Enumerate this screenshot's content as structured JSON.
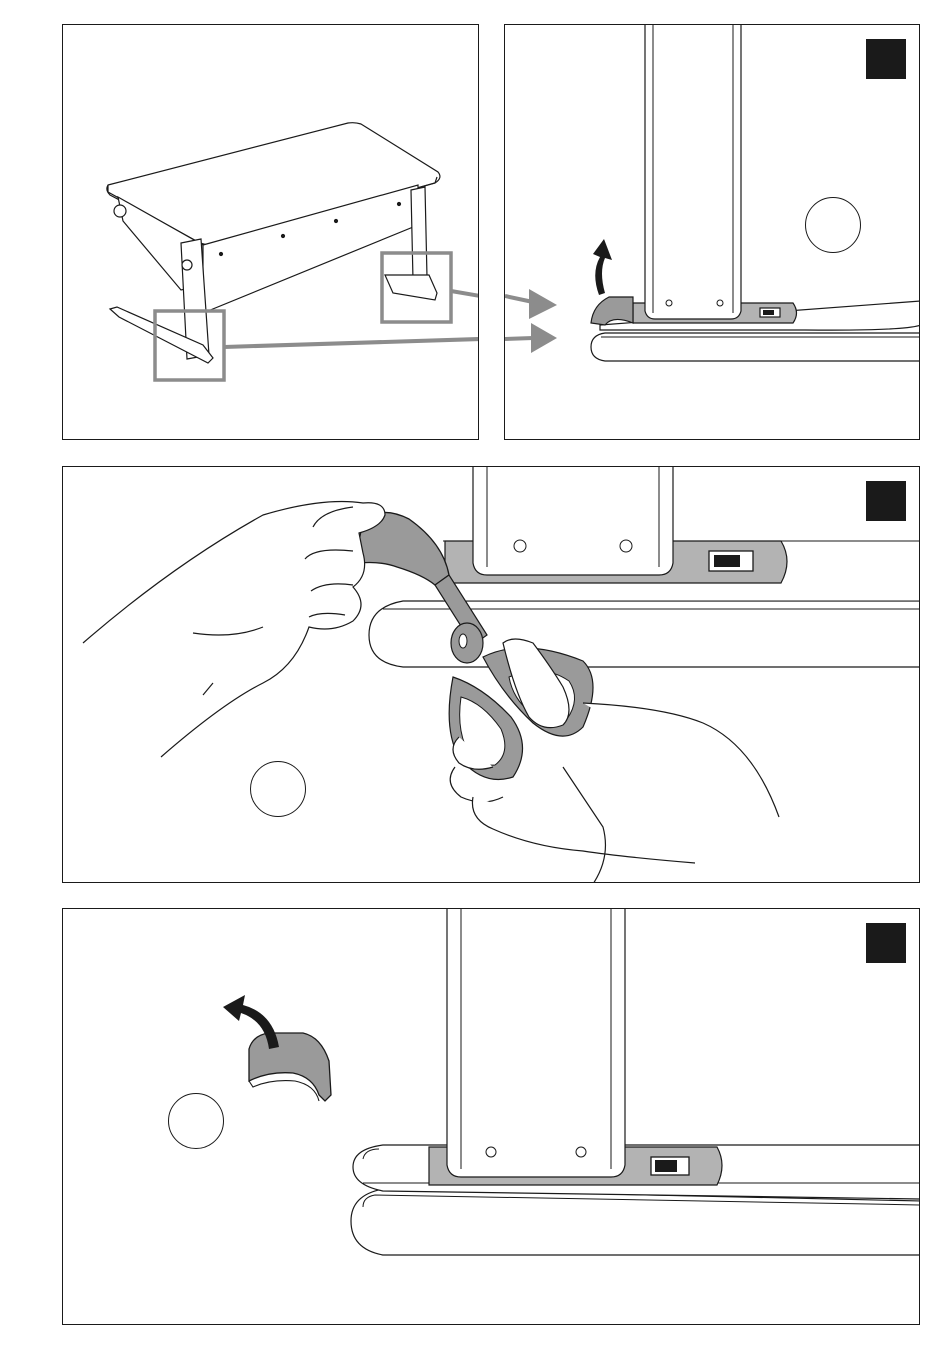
{
  "document": {
    "type": "assembly-instructions-page",
    "panels": [
      {
        "id": "overview",
        "marker": false,
        "step_circle": false
      },
      {
        "id": "foot-detail",
        "marker": true,
        "step_circle": true
      },
      {
        "id": "cut-cap",
        "marker": true,
        "step_circle": true
      },
      {
        "id": "remove-cap",
        "marker": true,
        "step_circle": true
      }
    ]
  },
  "colors": {
    "line": "#1a1a1a",
    "highlight_frame": "#8c8c8c",
    "part_fill": "#9a9a9a",
    "metal_fill": "#b3b3b3",
    "marker_fill": "#1a1a1a"
  },
  "icons": [
    "step-marker-icon",
    "step-circle-icon",
    "rotate-arrow-icon",
    "pointer-arrow-icon",
    "scissors-icon"
  ]
}
